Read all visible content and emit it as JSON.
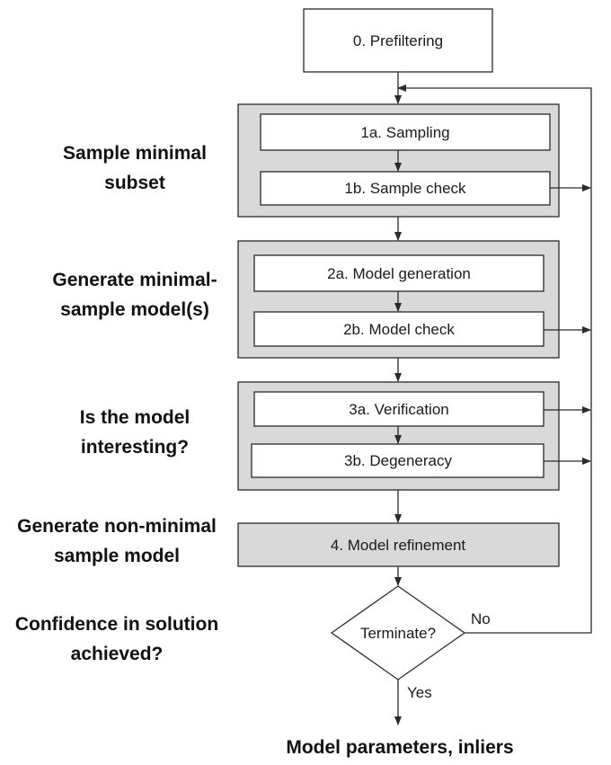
{
  "colors": {
    "stage_fill": "#d9d9d9",
    "box_fill": "#ffffff",
    "line": "#2a2a2a"
  },
  "boxes": {
    "prefilter": "0. Prefiltering",
    "sampling": "1a. Sampling",
    "sample_check": "1b. Sample check",
    "model_generation": "2a. Model generation",
    "model_check": "2b. Model check",
    "verification": "3a. Verification",
    "degeneracy": "3b. Degeneracy",
    "refinement": "4. Model refinement",
    "terminate": "Terminate?"
  },
  "side_labels": {
    "stage1": [
      "Sample minimal",
      "subset"
    ],
    "stage2": [
      "Generate minimal-",
      "sample model(s)"
    ],
    "stage3": [
      "Is the model",
      "interesting?"
    ],
    "stage4": [
      "Generate non-minimal",
      "sample model"
    ],
    "stage5": [
      "Confidence in solution",
      "achieved?"
    ]
  },
  "branch_labels": {
    "no": "No",
    "yes": "Yes"
  },
  "output_label": "Model parameters, inliers"
}
